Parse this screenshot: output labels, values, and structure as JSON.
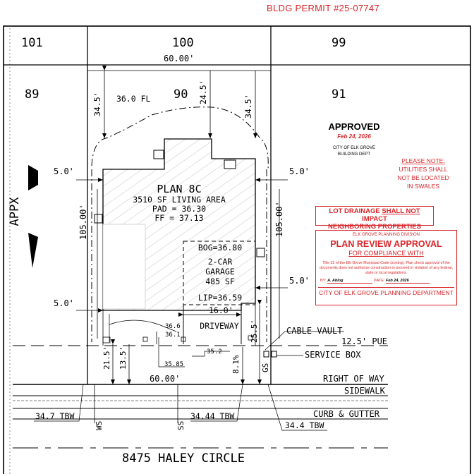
{
  "permit": "BLDG PERMIT #25-07747",
  "lots": {
    "top_left": "101",
    "top_mid": "100",
    "top_right": "99",
    "left": "89",
    "center": "90",
    "right": "91"
  },
  "dims": {
    "top_width": "60.00'",
    "bottom_width": "60.00'",
    "left_depth": "105.00'",
    "right_depth": "105.00'",
    "fl": "36.0 FL",
    "left_34": "34.5'",
    "mid_24": "24.5'",
    "right_34": "34.5'",
    "setback_left_top": "5.0'",
    "setback_right_top": "5.0'",
    "setback_left_bot": "5.0'",
    "setback_right_bot": "5.0'",
    "garage_width": "16.0'",
    "front_25": "25.5'",
    "front_21": "21.5'",
    "front_13": "13.5'",
    "slope": "8.1%"
  },
  "plan": {
    "name": "PLAN 8C",
    "area": "3510 SF LIVING AREA",
    "pad": "PAD = 36.30",
    "ff": "FF = 37.13",
    "bog": "BOG=36.80",
    "garage1": "2-CAR",
    "garage2": "GARAGE",
    "garage3": "485 SF",
    "lip": "LIP=36.59",
    "driveway": "DRIVEWAY"
  },
  "elev": {
    "e1": "36.6",
    "e2": "36.1",
    "e3": "35.2",
    "e4": "35.85"
  },
  "labels": {
    "cable_vault": "CABLE VAULT",
    "pue": "12.5' PUE",
    "service_box": "SERVICE BOX",
    "row": "RIGHT OF WAY",
    "sidewalk": "SIDEWALK",
    "curb": "CURB & GUTTER",
    "tbw1": "34.7 TBW",
    "tbw2": "34.44 TBW",
    "tbw3": "34.4 TBW",
    "ws": "WS",
    "ss": "SS",
    "gs": "GS",
    "street": "8475 HALEY CIRCLE"
  },
  "approved": {
    "title": "APPROVED",
    "date": "Feb 24, 2026",
    "city1": "CITY OF ELK GROVE",
    "city2": "BUILDING DEPT"
  },
  "note": {
    "l1": "PLEASE NOTE:",
    "l2": "UTILITIES SHALL",
    "l3": "NOT BE LOCATED",
    "l4": "IN SWALES"
  },
  "drainage": {
    "pre": "LOT DRAINAGE ",
    "u": "SHALL NOT",
    "post": " IMPACT",
    "line2": "NEIGHBORING PROPERTIES"
  },
  "review": {
    "division": "ELK GROVE PLANNING DIVISION",
    "title": "PLAN REVIEW APPROVAL",
    "subtitle": "FOR COMPLIANCE WITH",
    "body": "Title 23 of the Elk Grove Municipal Code (zoning). Plan check approval of the documents does not authorize construction to proceed in violation of any federal, state or local regulations.",
    "by_label": "BY:",
    "by": "A. Ablog",
    "date_label": "DATE:",
    "date": "Feb 24, 2026",
    "footer": "CITY OF ELK GROVE PLANNING DEPARTMENT"
  },
  "colors": {
    "stamp_red": "#d8262b",
    "ink": "#000000"
  }
}
